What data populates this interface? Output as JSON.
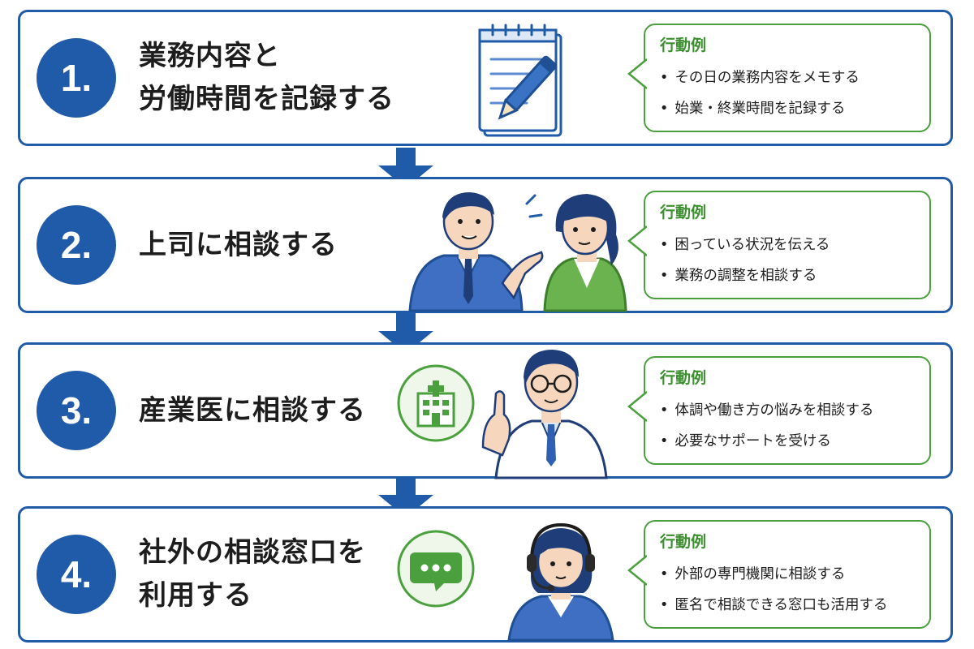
{
  "steps": [
    {
      "number": "1.",
      "title_lines": [
        "業務内容と",
        "労働時間を記録する"
      ],
      "illustration": "notepad-pen-icon",
      "example_heading": "行動例",
      "examples": [
        "その日の業務内容をメモする",
        "始業・終業時間を記録する"
      ]
    },
    {
      "number": "2.",
      "title_lines": [
        "上司に相談する"
      ],
      "illustration": "boss-and-employee-talking",
      "example_heading": "行動例",
      "examples": [
        "困っている状況を伝える",
        "業務の調整を相談する"
      ]
    },
    {
      "number": "3.",
      "title_lines": [
        "産業医に相談する"
      ],
      "illustration": "occupational-doctor-hospital-icon",
      "example_heading": "行動例",
      "examples": [
        "体調や働き方の悩みを相談する",
        "必要なサポートを受ける"
      ]
    },
    {
      "number": "4.",
      "title_lines": [
        "社外の相談窓口を",
        "利用する"
      ],
      "illustration": "chat-icon-and-call-center-operator",
      "example_heading": "行動例",
      "examples": [
        "外部の専門機関に相談する",
        "匿名で相談できる窓口も活用する"
      ]
    }
  ],
  "colors": {
    "primary_blue": "#1f5ba8",
    "accent_green": "#4aa03c",
    "heading_green": "#3b8f2e",
    "text": "#1d1d1d"
  }
}
